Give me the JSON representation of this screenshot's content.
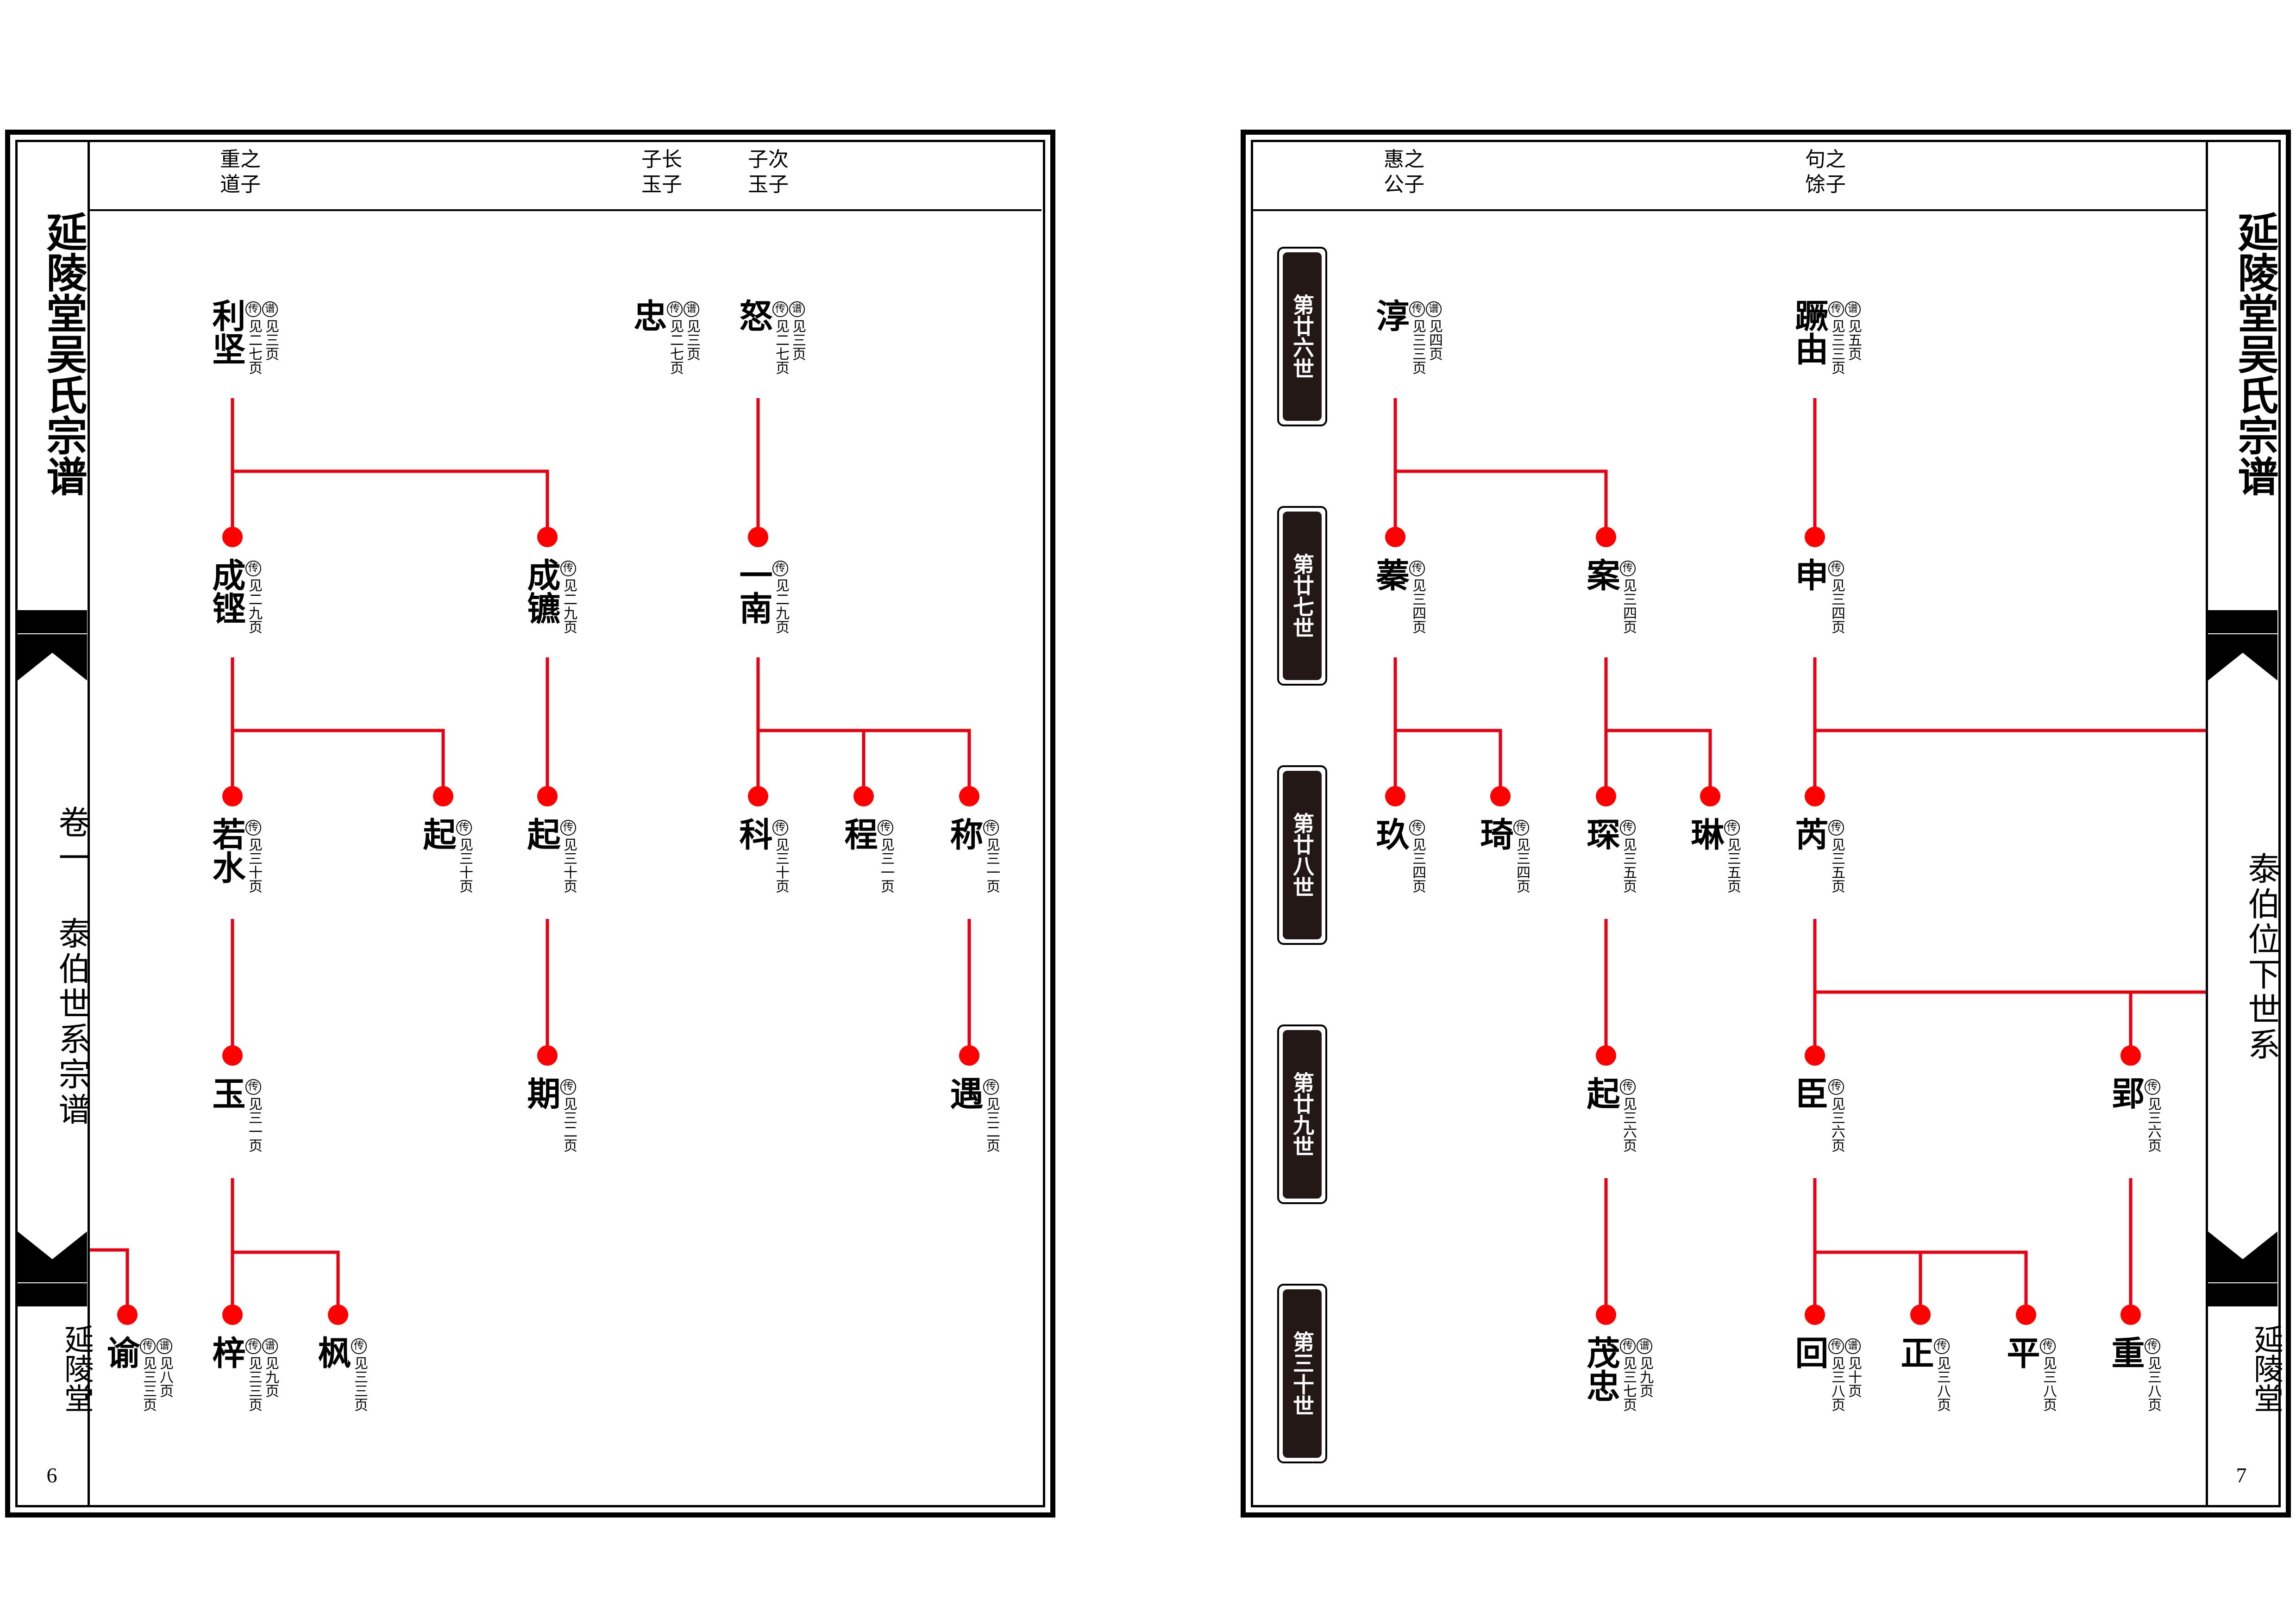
{
  "left_page": {
    "spine_title": "延陵堂吴氏宗谱",
    "spine_subtitle": "卷一 泰伯世系宗谱",
    "spine_hall": "延陵堂",
    "page_number": "6",
    "headers": [
      {
        "text": "重之\n道子"
      },
      {
        "text": "子长\n玉子"
      },
      {
        "text": "子次\n玉子"
      }
    ],
    "persons": [
      {
        "name": "利坚",
        "badges": [
          "传",
          "谱"
        ],
        "ref": [
          "见二七页",
          "见三页"
        ]
      },
      {
        "name": "忠",
        "badges": [
          "传",
          "谱"
        ],
        "ref": [
          "见二七页",
          "见三页"
        ]
      },
      {
        "name": "怒",
        "badges": [
          "传",
          "谱"
        ],
        "ref": [
          "见二七页",
          "见三页"
        ]
      },
      {
        "name": "成铿",
        "badges": [
          "传"
        ],
        "ref": [
          "见二九页"
        ]
      },
      {
        "name": "成镳",
        "badges": [
          "传"
        ],
        "ref": [
          "见二九页"
        ]
      },
      {
        "name": "一南",
        "badges": [
          "传"
        ],
        "ref": [
          "见二九页"
        ]
      },
      {
        "name": "若水",
        "badges": [
          "传"
        ],
        "ref": [
          "见三十页"
        ]
      },
      {
        "name": "起",
        "badges": [
          "传"
        ],
        "ref": [
          "见三十页"
        ]
      },
      {
        "name": "起",
        "badges": [
          "传"
        ],
        "ref": [
          "见三十页"
        ]
      },
      {
        "name": "科",
        "badges": [
          "传"
        ],
        "ref": [
          "见三十页"
        ]
      },
      {
        "name": "程",
        "badges": [
          "传"
        ],
        "ref": [
          "见三一页"
        ]
      },
      {
        "name": "称",
        "badges": [
          "传"
        ],
        "ref": [
          "见三一页"
        ]
      },
      {
        "name": "玉",
        "badges": [
          "传"
        ],
        "ref": [
          "见三一页"
        ]
      },
      {
        "name": "期",
        "badges": [
          "传"
        ],
        "ref": [
          "见三二页"
        ]
      },
      {
        "name": "遇",
        "badges": [
          "传"
        ],
        "ref": [
          "见三二页"
        ]
      },
      {
        "name": "谕",
        "badges": [
          "传",
          "谱"
        ],
        "ref": [
          "见三三页",
          "见八页"
        ]
      },
      {
        "name": "梓",
        "badges": [
          "传",
          "谱"
        ],
        "ref": [
          "见三三页",
          "见九页"
        ]
      },
      {
        "name": "枫",
        "badges": [
          "传"
        ],
        "ref": [
          "见三三页"
        ]
      }
    ]
  },
  "right_page": {
    "spine_title": "延陵堂吴氏宗谱",
    "spine_subtitle": "泰伯位下世系",
    "spine_hall": "延陵堂",
    "page_number": "7",
    "headers": [
      {
        "text": "惠之\n公子"
      },
      {
        "text": "句之\n馀子"
      }
    ],
    "generations": [
      "第廿六世",
      "第廿七世",
      "第廿八世",
      "第廿九世",
      "第三十世"
    ],
    "persons": [
      {
        "name": "淳",
        "badges": [
          "传",
          "谱"
        ],
        "ref": [
          "见三三页",
          "见四页"
        ]
      },
      {
        "name": "蹶由",
        "badges": [
          "传",
          "谱"
        ],
        "ref": [
          "见三三页",
          "见五页"
        ]
      },
      {
        "name": "蓁",
        "badges": [
          "传"
        ],
        "ref": [
          "见三四页"
        ]
      },
      {
        "name": "案",
        "badges": [
          "传"
        ],
        "ref": [
          "见三四页"
        ]
      },
      {
        "name": "申",
        "badges": [
          "传"
        ],
        "ref": [
          "见三四页"
        ]
      },
      {
        "name": "玖",
        "badges": [
          "传"
        ],
        "ref": [
          "见三四页"
        ]
      },
      {
        "name": "琦",
        "badges": [
          "传"
        ],
        "ref": [
          "见三四页"
        ]
      },
      {
        "name": "琛",
        "badges": [
          "传"
        ],
        "ref": [
          "见三五页"
        ]
      },
      {
        "name": "琳",
        "badges": [
          "传"
        ],
        "ref": [
          "见三五页"
        ]
      },
      {
        "name": "芮",
        "badges": [
          "传"
        ],
        "ref": [
          "见三五页"
        ]
      },
      {
        "name": "起",
        "badges": [
          "传"
        ],
        "ref": [
          "见三六页"
        ]
      },
      {
        "name": "臣",
        "badges": [
          "传"
        ],
        "ref": [
          "见三六页"
        ]
      },
      {
        "name": "郢",
        "badges": [
          "传"
        ],
        "ref": [
          "见三六页"
        ]
      },
      {
        "name": "茂忠",
        "badges": [
          "传",
          "谱"
        ],
        "ref": [
          "见三七页",
          "见九页"
        ]
      },
      {
        "name": "回",
        "badges": [
          "传",
          "谱"
        ],
        "ref": [
          "见三八页",
          "见十页"
        ]
      },
      {
        "name": "正",
        "badges": [
          "传"
        ],
        "ref": [
          "见三八页"
        ]
      },
      {
        "name": "平",
        "badges": [
          "传"
        ],
        "ref": [
          "见三八页"
        ]
      },
      {
        "name": "重",
        "badges": [
          "传"
        ],
        "ref": [
          "见三八页"
        ]
      }
    ]
  },
  "colors": {
    "line": "#e60012",
    "node": "#ff0000",
    "badge_bg": "#231815",
    "border": "#000000"
  }
}
